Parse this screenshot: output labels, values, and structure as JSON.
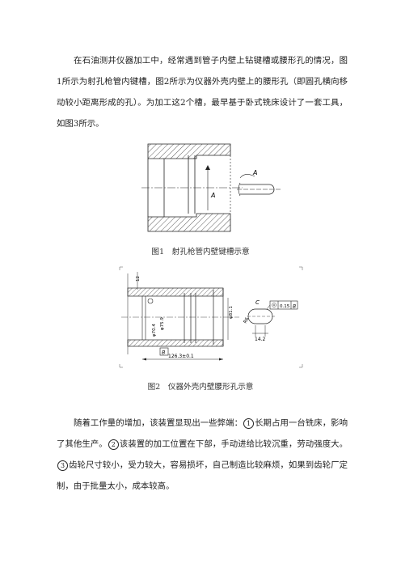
{
  "paragraph1": "在石油测井仪器加工中，经常遇到管子内壁上钻键槽或腰形孔的情况，图1所示为射孔枪管内键槽，图2所示为仪器外壳内壁上的腰形孔（即圆孔横向移动较小距离形成的孔）。为加工这2个槽，最早基于卧式铣床设计了一套工具，如图3所示。",
  "figure1": {
    "caption": "图1　射孔枪管内壁键槽示意",
    "labels": {
      "section_a_top": "A",
      "section_a_mid": "A"
    }
  },
  "figure2": {
    "caption": "图2　仪器外壳内壁腰形孔示意",
    "labels": {
      "dim_length": "126.3±0.1",
      "dim_14_2": "14.2",
      "datum_b": "B",
      "datum_c": "C",
      "tolerance": "0.15",
      "tol_datum": "B",
      "dim_r": "R6",
      "dim_d": "φ81.1",
      "dim_left": "12",
      "dim_bore1": "φ70.4",
      "dim_bore2": "φ75.9"
    }
  },
  "paragraph2": {
    "intro": "随着工作量的增加，该装置显现出一些弊端：",
    "n1": "1",
    "t1": "长期占用一台铣床，影响了其他生产。",
    "n2": "2",
    "t2": "该装置的加工位置在下部，手动进给比较沉重，劳动强度大。",
    "n3": "3",
    "t3": "齿轮尺寸较小，受力较大，容易损坏，自己制造比较麻烦，如果到齿轮厂定制，由于批量太小，成本较高。"
  }
}
